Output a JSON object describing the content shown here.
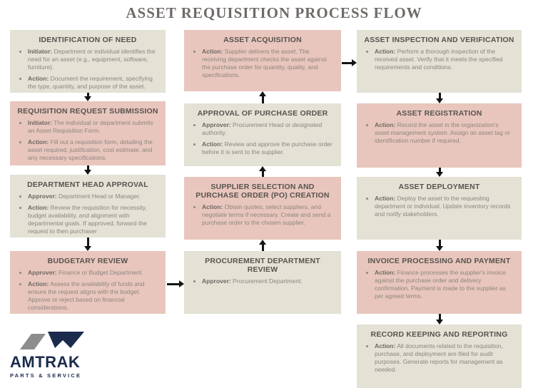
{
  "title": "ASSET REQUISITION PROCESS FLOW",
  "colors": {
    "pink": "#e8c6bd",
    "beige": "#e4e1d5",
    "arrow": "#141414",
    "heading": "#57534e",
    "label": "#6e6862",
    "body": "#8d867f",
    "titlec": "#6e6a68",
    "navy": "#1b2b4d",
    "graym": "#8d8d8d"
  },
  "logo": {
    "name": "AMTRAK",
    "tagline": "PARTS & SERVICE"
  },
  "columns": [
    {
      "boxes": [
        {
          "title": "IDENTIFICATION OF NEED",
          "style": "beige",
          "bullets": [
            {
              "label": "Initiator:",
              "text": "Department or individual identifies the need for an asset (e.g., equipment, software, furniture)."
            },
            {
              "label": "Action:",
              "text": "Document the requirement, specifying the type, quantity, and purpose of the asset."
            }
          ]
        },
        {
          "title": "REQUISITION REQUEST SUBMISSION",
          "style": "pink",
          "bullets": [
            {
              "label": "Initiator:",
              "text": "The individual or department submits an Asset Requisition Form."
            },
            {
              "label": "Action:",
              "text": "Fill out a requisition form, detailing the asset required, justification, cost estimate, and any necessary specifications."
            }
          ]
        },
        {
          "title": "DEPARTMENT HEAD APPROVAL",
          "style": "beige",
          "bullets": [
            {
              "label": "Approver:",
              "text": "Department Head or Manager."
            },
            {
              "label": "Action:",
              "text": "Review the requisition for necessity, budget availability, and alignment with departmental goals. If approved, forward the request to then purchaser"
            }
          ]
        },
        {
          "title": "BUDGETARY REVIEW",
          "style": "pink",
          "bullets": [
            {
              "label": "Approver:",
              "text": "Finance or Budget Department."
            },
            {
              "label": "Action:",
              "text": "Assess the availability of funds and ensure the request aligns with the budget. Approve or reject based on financial considerations."
            }
          ]
        }
      ]
    },
    {
      "boxes": [
        {
          "title": "ASSET ACQUISITION",
          "style": "pink",
          "bullets": [
            {
              "label": "Action:",
              "text": "Supplier delivers the asset. The receiving department checks the asset against the purchase order for quantity, quality, and specifications."
            }
          ]
        },
        {
          "title": "APPROVAL OF PURCHASE ORDER",
          "style": "beige",
          "bullets": [
            {
              "label": "Approver:",
              "text": "Procurement Head or designated authority."
            },
            {
              "label": "Action:",
              "text": "Review and approve the purchase order before it is sent to the supplier."
            }
          ]
        },
        {
          "title": "SUPPLIER SELECTION AND PURCHASE ORDER (PO) CREATION",
          "style": "pink",
          "bullets": [
            {
              "label": "Action:",
              "text": "Obtain quotes, select suppliers, and negotiate terms if necessary. Create and send a purchase order to the chosen supplier."
            }
          ]
        },
        {
          "title": "PROCUREMENT DEPARTMENT REVIEW",
          "style": "beige",
          "bullets": [
            {
              "label": "Approver:",
              "text": "Procurement Department."
            }
          ]
        }
      ]
    },
    {
      "boxes": [
        {
          "title": "ASSET INSPECTION AND VERIFICATION",
          "style": "beige",
          "bullets": [
            {
              "label": "Action:",
              "text": "Perform a thorough inspection of the received asset. Verify that it meets the specified requirements and conditions."
            }
          ]
        },
        {
          "title": "ASSET REGISTRATION",
          "style": "pink",
          "bullets": [
            {
              "label": "Action:",
              "text": "Record the asset in the organization's asset management system. Assign an asset tag or identification number if required."
            }
          ]
        },
        {
          "title": "ASSET DEPLOYMENT",
          "style": "beige",
          "bullets": [
            {
              "label": "Action:",
              "text": "Deploy the asset to the requesting department or individual. Update inventory records and notify stakeholders."
            }
          ]
        },
        {
          "title": "INVOICE PROCESSING AND PAYMENT",
          "style": "pink",
          "bullets": [
            {
              "label": "Action:",
              "text": "Finance processes the supplier's invoice against the purchase order and delivery confirmation. Payment is made to the supplier as per agreed terms."
            }
          ]
        },
        {
          "title": "RECORD KEEPING AND REPORTING",
          "style": "beige",
          "bullets": [
            {
              "label": "Action:",
              "text": "All documents related to the requisition, purchase, and deployment are filed for audit purposes. Generate reports for management as needed."
            }
          ]
        }
      ]
    }
  ]
}
